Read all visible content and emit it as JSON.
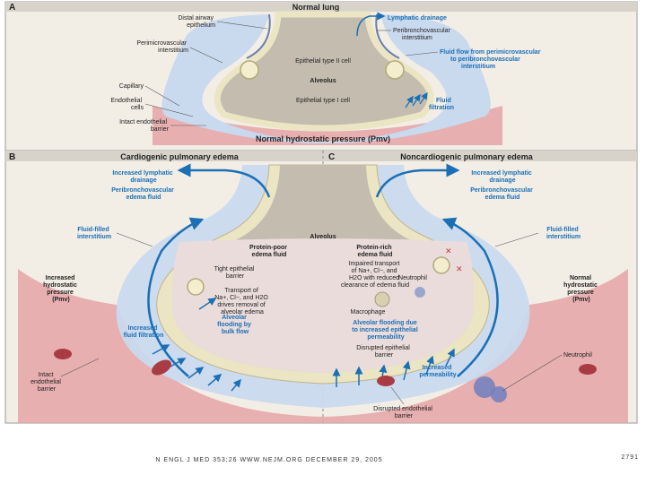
{
  "panel_a": {
    "letter": "A",
    "title": "Normal lung",
    "labels": {
      "distal_airway": [
        "Distal airway",
        "epithelium"
      ],
      "perimicrovascular": [
        "Perimicrovascular",
        "interstitium"
      ],
      "capillary": "Capillary",
      "endothelial": [
        "Endothelial",
        "cells"
      ],
      "intact_barrier": [
        "Intact endothelial",
        "barrier"
      ],
      "type2": "Epithelial type II cell",
      "alveolus": "Alveolus",
      "type1": "Epithelial type I cell",
      "lymphatic": "Lymphatic drainage",
      "peribronchovascular": [
        "Peribronchovascular",
        "interstitium"
      ],
      "fluid_flow": [
        "Fluid flow from perimicrovascular",
        "to peribronchovascular",
        "interstitium"
      ],
      "fluid_filtration": [
        "Fluid",
        "filtration"
      ],
      "pressure": "Normal hydrostatic pressure (Pmv)"
    }
  },
  "panel_b": {
    "letter": "B",
    "title": "Cardiogenic pulmonary edema",
    "labels": {
      "lymphatic": [
        "Increased lymphatic",
        "drainage"
      ],
      "peribronch": [
        "Peribronchovascular",
        "edema fluid"
      ],
      "fluid_filled": [
        "Fluid-filled",
        "interstitium"
      ],
      "protein_poor": [
        "Protein-poor",
        "edema fluid"
      ],
      "tight": [
        "Tight epithelial",
        "barrier"
      ],
      "transport": [
        "Transport of",
        "Na+, Cl−, and H2O",
        "drives removal of",
        "alveolar edema"
      ],
      "pressure": [
        "Increased",
        "hydrostatic",
        "pressure",
        "(Pmv)"
      ],
      "filtration": [
        "Increased",
        "fluid filtration"
      ],
      "flooding": [
        "Alveolar",
        "flooding by",
        "bulk flow"
      ],
      "intact": [
        "Intact",
        "endothelial",
        "barrier"
      ]
    }
  },
  "panel_c": {
    "letter": "C",
    "title": "Noncardiogenic pulmonary edema",
    "labels": {
      "lymphatic": [
        "Increased lymphatic",
        "drainage"
      ],
      "peribronch": [
        "Peribronchovascular",
        "edema fluid"
      ],
      "fluid_filled": [
        "Fluid-filled",
        "interstitium"
      ],
      "protein_rich": [
        "Protein-rich",
        "edema fluid"
      ],
      "impaired": [
        "Impaired transport",
        "of Na+, Cl−, and",
        "H2O with reduced",
        "clearance of edema fluid"
      ],
      "neutrophil_in": "Neutrophil",
      "macrophage": "Macrophage",
      "flooding": [
        "Alveolar flooding due",
        "to increased epithelial",
        "permeability"
      ],
      "disrupted_epi": [
        "Disrupted epithelial",
        "barrier"
      ],
      "pressure": [
        "Normal",
        "hydrostatic",
        "pressure",
        "(Pmv)"
      ],
      "neutrophil": "Neutrophil",
      "permeability": [
        "Increased",
        "permeability"
      ],
      "disrupted_endo": [
        "Disrupted endothelial",
        "barrier"
      ]
    }
  },
  "center_label": "Alveolus",
  "footer": "N ENGL J MED 353;26    WWW.NEJM.ORG    DECEMBER 29, 2005",
  "page_number": "2791",
  "colors": {
    "frame": "#f2eee6",
    "vessel": "#e6a3a6",
    "interstitium": "#c9d9ee",
    "epithelium": "#ece5c4",
    "alveolus_air": "#c4bcae",
    "edema": "#ebdcdc",
    "arrow": "#1a6fb5"
  }
}
